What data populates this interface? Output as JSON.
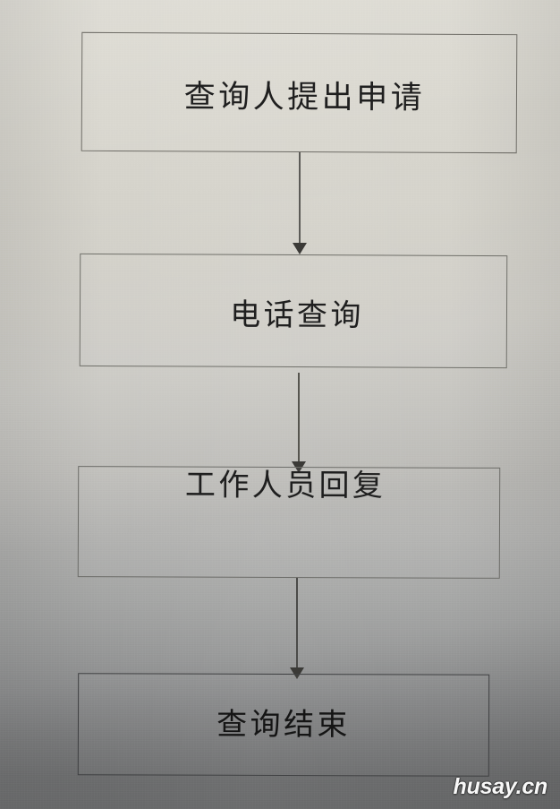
{
  "document": {
    "type": "flowchart",
    "medium": "photographed paper page",
    "orientation": "vertical top-to-bottom",
    "background_top_color": "#dcdad2",
    "background_bottom_color": "#696a6b",
    "border_color": "#6e6c66",
    "text_color": "#1f1f1f"
  },
  "flow": {
    "nodes": [
      {
        "id": "node1",
        "label": "查询人提出申请",
        "step": 1
      },
      {
        "id": "node2",
        "label": "电话查询",
        "step": 2
      },
      {
        "id": "node3",
        "label": "工作人员回复",
        "step": 3
      },
      {
        "id": "node4",
        "label": "查询结束",
        "step": 4
      }
    ],
    "connectors": [
      {
        "id": "conn1",
        "from": "node1",
        "to": "node2",
        "marker": "arrowhead-down"
      },
      {
        "id": "conn2",
        "from": "node2",
        "to": "node3",
        "marker": "arrowhead-down"
      },
      {
        "id": "conn3",
        "from": "node3",
        "to": "node4",
        "marker": "arrowhead-down"
      }
    ]
  },
  "watermark": {
    "text": "husay.cn",
    "color": "#fdfdfd",
    "position": "bottom-right"
  }
}
